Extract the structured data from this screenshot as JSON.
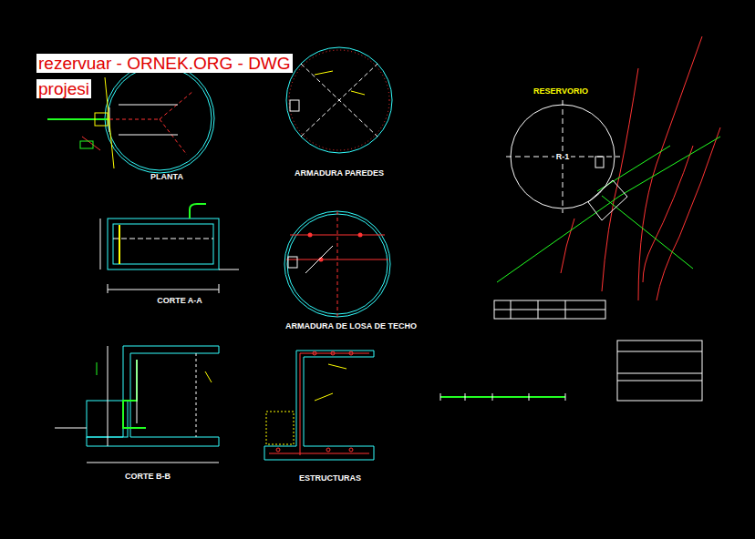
{
  "diagram": {
    "nodes": [
      {
        "text": [
          "R-1"
        ]
      }
    ],
    "labels": [
      "rezervuar - ORNEK.ORG - DWG projesi",
      "PLANTA",
      "ARMADURA PAREDES",
      "CORTE A-A",
      "ARMADURA DE LOSA DE TECHO",
      "CORTE B-B",
      "ESTRUCTURAS",
      "RESERVORIO"
    ]
  }
}
